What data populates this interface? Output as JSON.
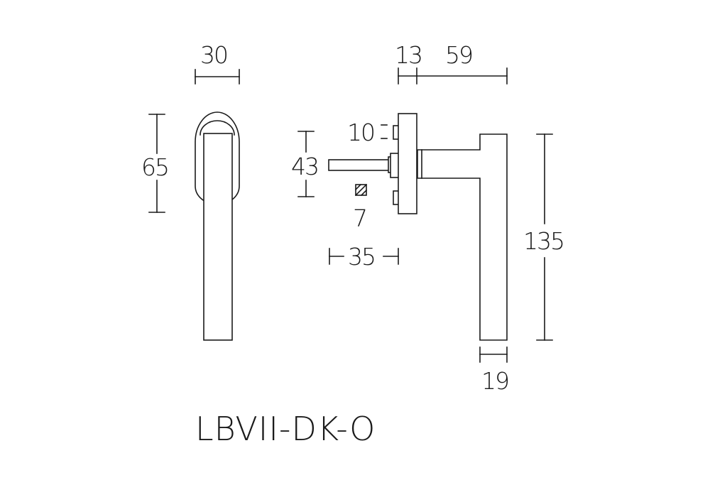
{
  "diagram": {
    "model": "LBVII-DK-O",
    "dimensions": {
      "front_width": "30",
      "front_height": "65",
      "rose_depth": "13",
      "handle_projection": "59",
      "screw_offset": "10",
      "spindle_height": "43",
      "spindle_square": "7",
      "spindle_length": "35",
      "handle_length": "135",
      "grip_width": "19"
    },
    "colors": {
      "line": "#1a1a1a",
      "background": "#ffffff"
    }
  }
}
